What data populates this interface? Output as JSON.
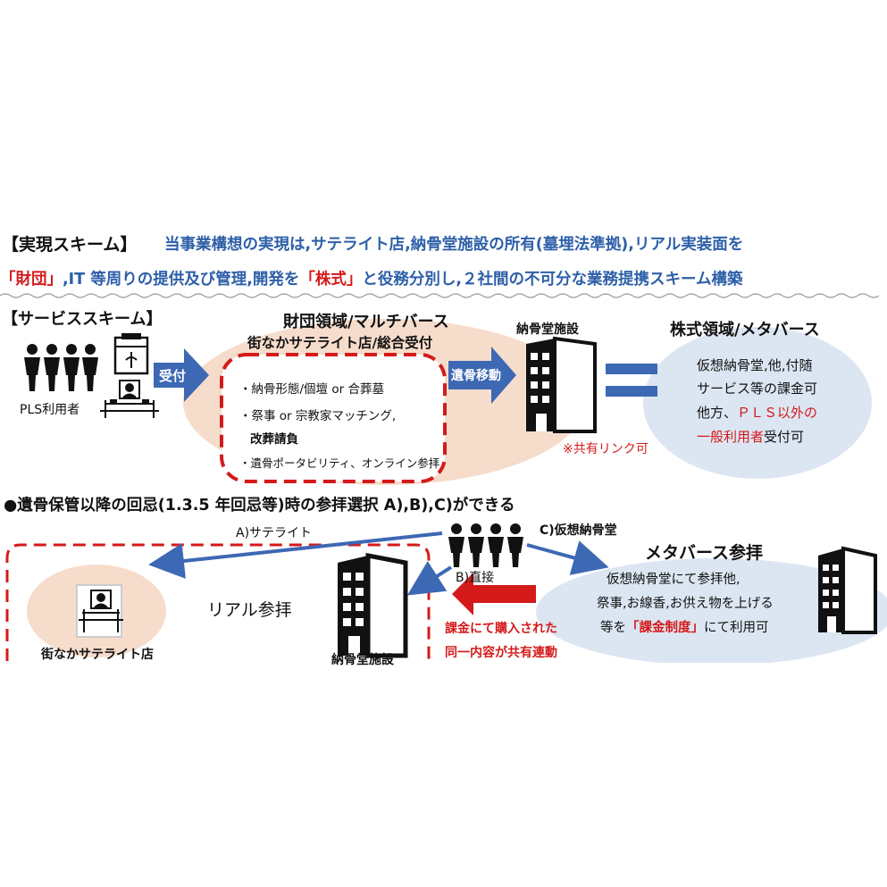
{
  "header": {
    "bracket_label": "【実現スキーム】",
    "line1": "当事業構想の実現は,サテライト店,納骨堂施設の所有(墓埋法準拠),リアル実装面を",
    "line2_part1": "「財団」",
    "line2_part2": ",IT 等周りの提供及び管理,開発を",
    "line2_part3": "「株式」",
    "line2_part4": "と役務分別し,２社間の不可分な業務提携スキーム構築"
  },
  "service": {
    "title": "【サービススキーム】",
    "user_label": "PLS利用者",
    "arrow_reception": "受付",
    "foundation_title": "財団領域/マルチバース",
    "foundation_subtitle": "街なかサテライト店/総合受付",
    "items": {
      "item1": "・納骨形態/個壇 or 合葬墓",
      "item2": "・祭事 or 宗教家マッチング,",
      "item2b": "改葬請負",
      "item3": "・遺骨ポータビリティ、オンライン参拝"
    },
    "arrow_move": "遺骨移動",
    "ossuary_label": "納骨堂施設",
    "shared_link": "※共有リンク可",
    "corp_title": "株式領域/メタバース",
    "corp_line1": "仮想納骨堂,他,付随",
    "corp_line2": "サービス等の課金可",
    "corp_line3a": "他方、",
    "corp_line3b": "ＰＬＳ以外の",
    "corp_line4a": "一般利用者",
    "corp_line4b": "受付可"
  },
  "visit": {
    "heading": "●遺骨保管以降の回忌(1.3.5 年回忌等)時の参拝選択 A),B),C)ができる",
    "option_a": "A)サテライト",
    "option_b": "B)直接",
    "option_c": "C)仮想納骨堂",
    "real_visit": "リアル参拝",
    "satellite_store": "街なかサテライト店",
    "ossuary_facility": "納骨堂施設",
    "charge_line1": "課金にて購入された",
    "charge_line2": "同一内容が共有連動",
    "meta_title": "メタバース参拝",
    "meta_line1": "仮想納骨堂にて参拝他,",
    "meta_line2": "祭事,お線香,お供え物を上げる",
    "meta_line3a": "等を",
    "meta_line3b": "「課金制度」",
    "meta_line3c": "にて利用可"
  },
  "colors": {
    "blue": "#2d5fa8",
    "arrow_blue": "#3d68b4",
    "red": "#d41a1a",
    "peach": "#f6dccb",
    "light_blue": "#dce6f3"
  }
}
